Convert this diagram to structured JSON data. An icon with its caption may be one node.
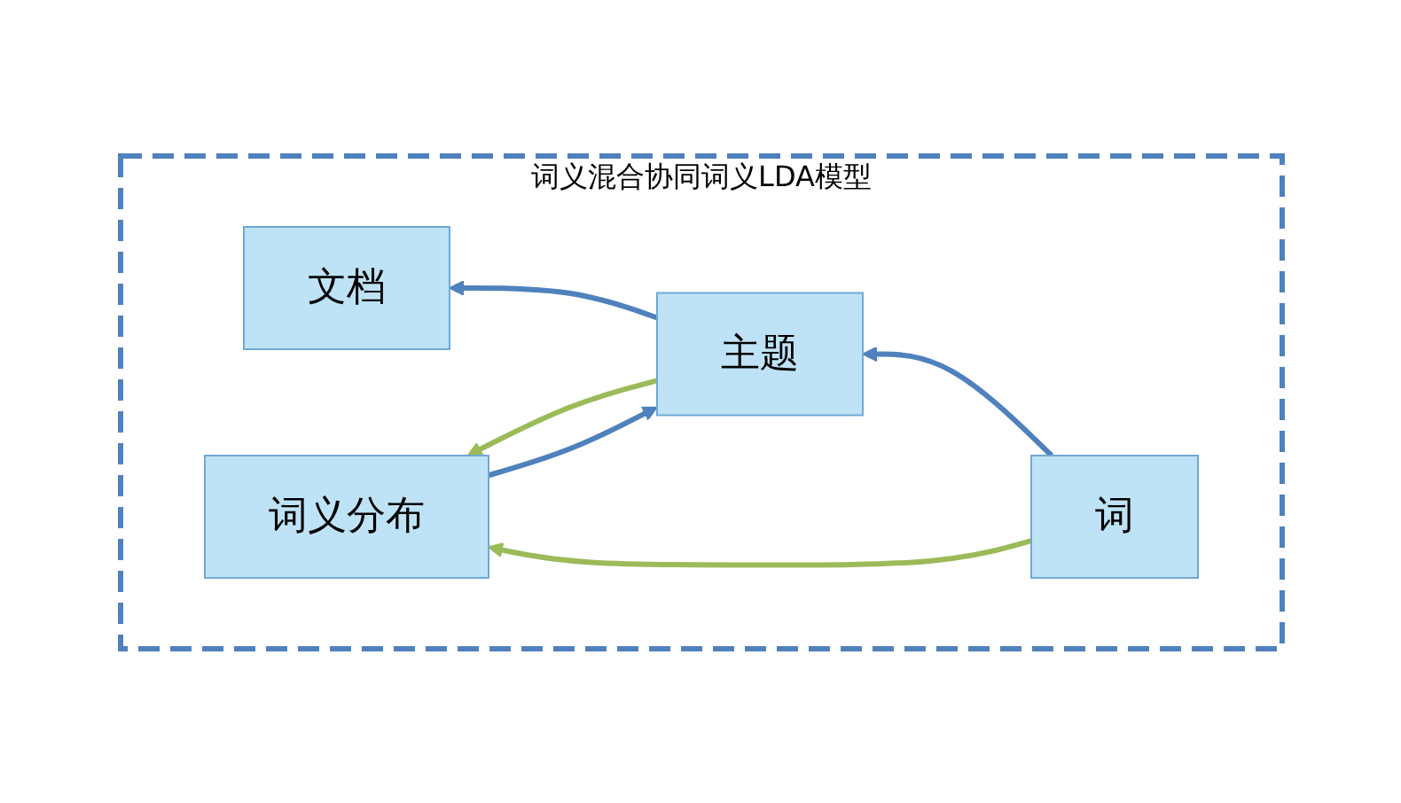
{
  "diagram": {
    "nodes": [
      {
        "text": [
          "词义混合协同词义LDA模型"
        ]
      },
      {
        "text": [
          "文档"
        ],
        "in": 0
      },
      {
        "text": [
          "主题"
        ],
        "in": 0
      },
      {
        "text": [
          "词"
        ],
        "in": 0
      },
      {
        "text": [
          "词义分布"
        ],
        "in": 0
      }
    ],
    "edges": [
      {
        "from": 2,
        "to": 1,
        "arrow": "to"
      },
      {
        "from": 3,
        "to": 2,
        "arrow": "to"
      },
      {
        "from": 4,
        "to": 2,
        "arrow": "to"
      },
      {
        "from": 2,
        "to": 4,
        "arrow": "to",
        "color": "#9bbb59"
      },
      {
        "from": 3,
        "to": 4,
        "arrow": "to",
        "color": "#9bbb59"
      }
    ]
  }
}
